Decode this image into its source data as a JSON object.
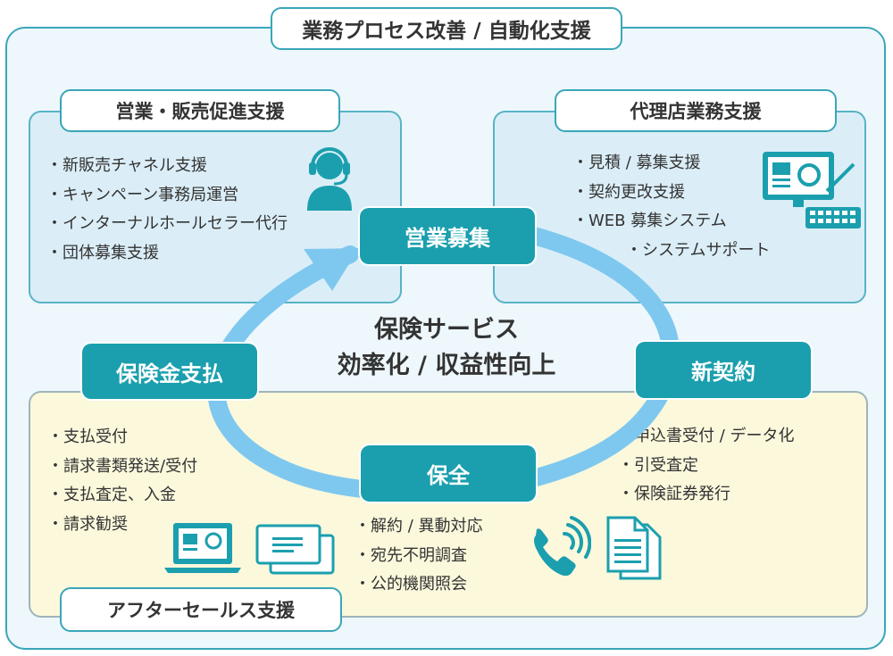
{
  "title": "業務プロセス改善 / 自動化支援",
  "panels": {
    "sales": {
      "title": "営業・販売促進支援",
      "items": [
        "新販売チャネル支援",
        "キャンペーン事務局運営",
        "インターナルホールセラー代行",
        "団体募集支援"
      ]
    },
    "agency": {
      "title": "代理店業務支援",
      "items": [
        "見積 / 募集支援",
        "契約更改支援",
        "WEB 募集システム",
        "システムサポート"
      ]
    },
    "aftersales": {
      "title": "アフターセールス支援",
      "payment_items": [
        "支払受付",
        "請求書類発送/受付",
        "支払査定、入金",
        "請求勧奨"
      ],
      "maintenance_items": [
        "解約 / 異動対応",
        "宛先不明調査",
        "公的機関照会"
      ],
      "contract_items": [
        "申込書受付 / データ化",
        "引受査定",
        "保険証券発行"
      ]
    }
  },
  "cycle": {
    "nodes": {
      "sales_recruit": "営業募集",
      "new_contract": "新契約",
      "maintenance": "保全",
      "payment": "保険金支払"
    },
    "center": {
      "line1": "保険サービス",
      "line2": "効率化 / 収益性向上"
    }
  },
  "colors": {
    "accent": "#1b9fae",
    "outline": "#3aa6b9",
    "arrow": "#7ec8ef",
    "panel_blue": "#dbeef7",
    "panel_yellow": "#fbf8dc"
  },
  "icons": [
    "headset-operator-icon",
    "computer-monitor-keyboard-icon",
    "laptop-icon",
    "envelope-documents-icon",
    "phone-ringing-icon",
    "documents-icon"
  ]
}
